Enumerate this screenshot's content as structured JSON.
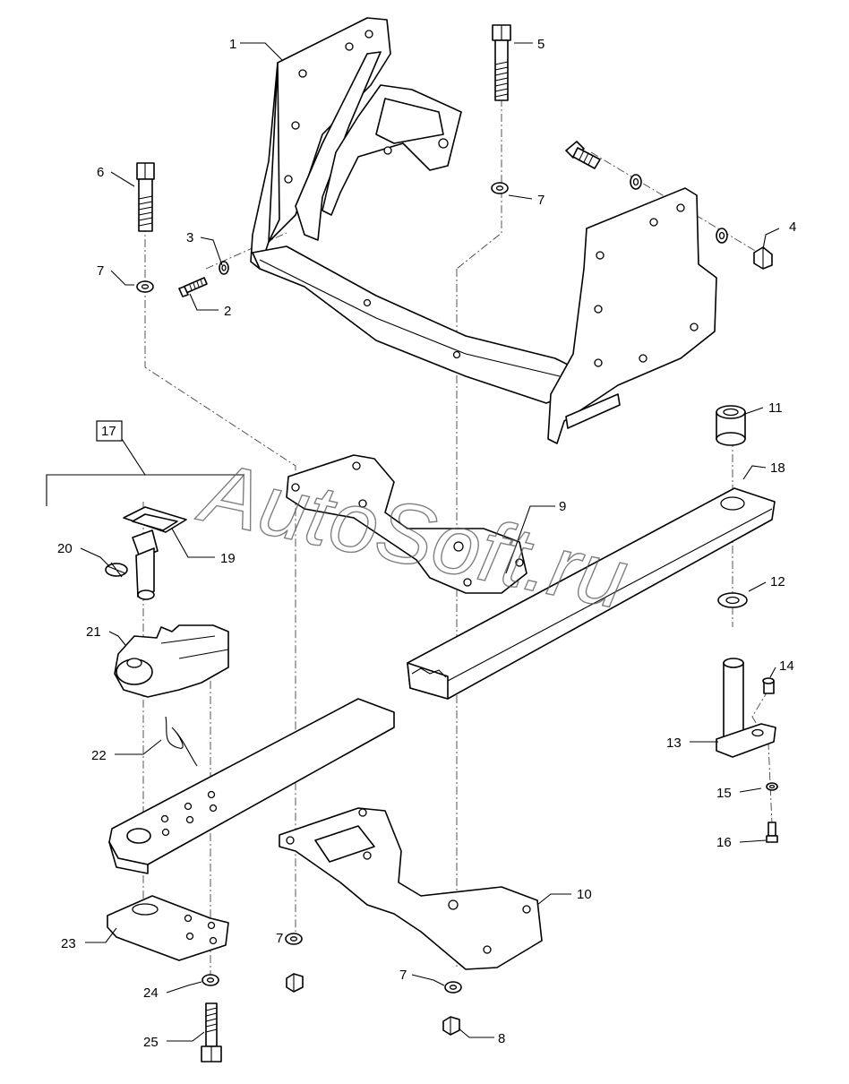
{
  "watermark": "AutoSoft.ru",
  "callouts": [
    "1",
    "2",
    "3",
    "4",
    "5",
    "6",
    "7",
    "7",
    "7",
    "7",
    "8",
    "9",
    "10",
    "11",
    "12",
    "13",
    "14",
    "15",
    "16",
    "17",
    "18",
    "19",
    "20",
    "21",
    "22",
    "23",
    "24",
    "25"
  ],
  "parts": [
    {
      "ref": "1"
    },
    {
      "ref": "2"
    },
    {
      "ref": "3"
    },
    {
      "ref": "4"
    },
    {
      "ref": "5"
    },
    {
      "ref": "6"
    },
    {
      "ref": "7"
    },
    {
      "ref": "8"
    },
    {
      "ref": "9"
    },
    {
      "ref": "10"
    },
    {
      "ref": "11"
    },
    {
      "ref": "12"
    },
    {
      "ref": "13"
    },
    {
      "ref": "14"
    },
    {
      "ref": "15"
    },
    {
      "ref": "16"
    },
    {
      "ref": "17"
    },
    {
      "ref": "18"
    },
    {
      "ref": "19"
    },
    {
      "ref": "20"
    },
    {
      "ref": "21"
    },
    {
      "ref": "22"
    },
    {
      "ref": "23"
    },
    {
      "ref": "24"
    },
    {
      "ref": "25"
    }
  ]
}
